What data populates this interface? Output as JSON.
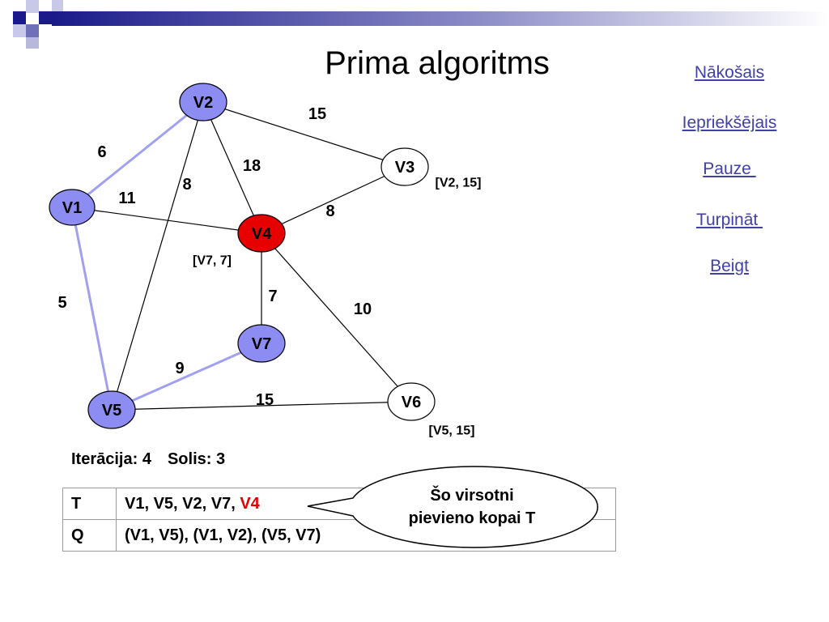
{
  "title": "Prima algoritms",
  "nav": {
    "next": "Nākošais",
    "previous": "Iepriekšējais",
    "pause": "Pauze ",
    "continue": "Turpināt ",
    "end": "Beigt"
  },
  "colors": {
    "vertex_fill": "#8c8cf2",
    "current_vertex_fill": "#e60000",
    "plain_vertex_fill": "#ffffff",
    "tree_edge": "#a0a0f0",
    "link": "#4040a8",
    "highlight_text": "#e00000"
  },
  "graph": {
    "vertices": [
      {
        "id": "V1",
        "label": "V1",
        "state": "in-tree"
      },
      {
        "id": "V2",
        "label": "V2",
        "state": "in-tree"
      },
      {
        "id": "V3",
        "label": "V3",
        "state": "unvisited"
      },
      {
        "id": "V4",
        "label": "V4",
        "state": "current"
      },
      {
        "id": "V5",
        "label": "V5",
        "state": "in-tree"
      },
      {
        "id": "V6",
        "label": "V6",
        "state": "unvisited"
      },
      {
        "id": "V7",
        "label": "V7",
        "state": "in-tree"
      }
    ],
    "edges": [
      {
        "from": "V1",
        "to": "V2",
        "weight": "6",
        "in_tree": true
      },
      {
        "from": "V1",
        "to": "V4",
        "weight": "11",
        "in_tree": false
      },
      {
        "from": "V1",
        "to": "V5",
        "weight": "5",
        "in_tree": true
      },
      {
        "from": "V2",
        "to": "V3",
        "weight": "15",
        "in_tree": false
      },
      {
        "from": "V2",
        "to": "V4",
        "weight": "18",
        "in_tree": false
      },
      {
        "from": "V2",
        "to": "V5",
        "weight": "8",
        "in_tree": false
      },
      {
        "from": "V3",
        "to": "V4",
        "weight": "8",
        "in_tree": false
      },
      {
        "from": "V4",
        "to": "V7",
        "weight": "7",
        "in_tree": false
      },
      {
        "from": "V4",
        "to": "V6",
        "weight": "10",
        "in_tree": false
      },
      {
        "from": "V5",
        "to": "V7",
        "weight": "9",
        "in_tree": true
      },
      {
        "from": "V5",
        "to": "V6",
        "weight": "15",
        "in_tree": false
      }
    ],
    "candidate_tags": [
      {
        "vertex": "V3",
        "text": "[V2, 15]"
      },
      {
        "vertex": "V4",
        "text": "[V7, 7]"
      },
      {
        "vertex": "V6",
        "text": "[V5, 15]"
      }
    ]
  },
  "status": {
    "iteration_label": "Iterācija: 4",
    "step_label": "Solis: 3"
  },
  "table": {
    "t_header": "T",
    "t_value": "V1, V5, V2, V7, ",
    "t_highlight": "V4",
    "q_header": "Q",
    "q_value": "(V1, V5), (V1, V2), (V5, V7)"
  },
  "callout": {
    "line1": "Šo virsotni",
    "line2": "pievieno kopai T"
  }
}
